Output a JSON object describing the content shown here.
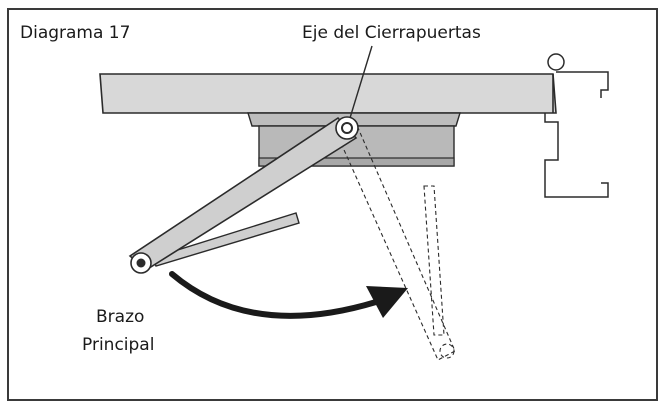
{
  "diagram": {
    "title": "Diagrama 17",
    "labels": {
      "pivot": "Eje del Cierrapuertas",
      "arm_line1": "Brazo",
      "arm_line2": "Principal"
    }
  },
  "colors": {
    "outline": "#2b2b2b",
    "arm_fill": "#cfcfcf",
    "body_fill": "#b9b9b9",
    "frame": "#3a3a3a"
  }
}
